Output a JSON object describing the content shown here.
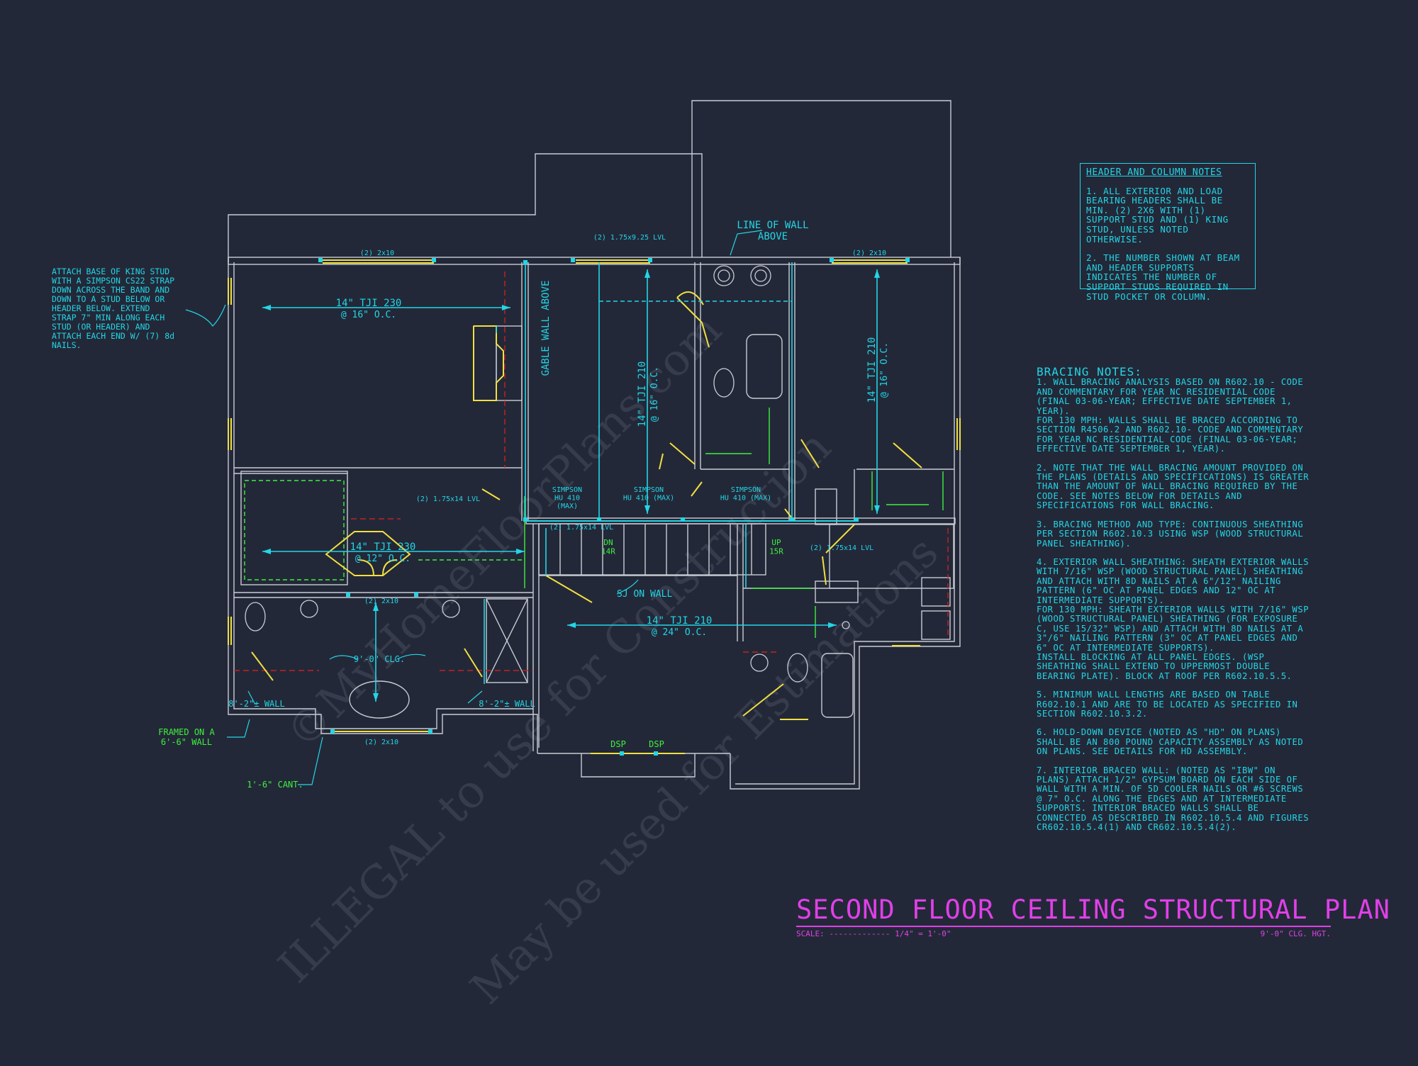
{
  "watermark": {
    "line1": "©MyHomeFloorPlans.com",
    "line2": "ILLEGAL to use for Construction",
    "line3": "May be used for Estimations"
  },
  "left_note": "ATTACH BASE OF KING STUD\nWITH A SIMPSON CS22 STRAP\nDOWN ACROSS THE BAND AND\nDOWN TO A STUD BELOW OR\nHEADER BELOW.  EXTEND\nSTRAP 7\" MIN ALONG EACH\nSTUD (OR HEADER) AND\nATTACH EACH END W/ (7) 8d\nNAILS.",
  "header_notes": {
    "title": "HEADER AND COLUMN NOTES",
    "items": [
      "1. ALL EXTERIOR AND LOAD BEARING HEADERS SHALL BE MIN. (2) 2x6 WITH (1) SUPPORT STUD AND (1) KING STUD, UNLESS NOTED OTHERWISE.",
      "2. THE NUMBER SHOWN AT BEAM AND HEADER SUPPORTS INDICATES THE NUMBER OF SUPPORT STUDS REQUIRED IN STUD POCKET OR COLUMN."
    ]
  },
  "bracing_notes": {
    "title": "BRACING NOTES:",
    "items": [
      "1. WALL BRACING ANALYSIS BASED ON R602.10 - CODE AND COMMENTARY FOR YEAR NC RESIDENTIAL CODE (FINAL 03-06-YEAR; EFFECTIVE DATE SEPTEMBER 1, YEAR).\nFOR 130 MPH: WALLS SHALL BE BRACED ACCORDING TO SECTION R4506.2 AND R602.10- CODE AND COMMENTARY FOR YEAR NC RESIDENTIAL CODE (FINAL 03-06-YEAR; EFFECTIVE DATE SEPTEMBER 1, YEAR).",
      "2. NOTE THAT THE WALL BRACING AMOUNT PROVIDED ON THE PLANS (DETAILS AND SPECIFICATIONS) IS GREATER THAN THE AMOUNT OF WALL BRACING REQUIRED BY THE CODE. SEE NOTES BELOW FOR DETAILS AND SPECIFICATIONS FOR WALL BRACING.",
      "3. BRACING METHOD AND TYPE: CONTINUOUS SHEATHING PER SECTION R602.10.3 USING WSP (WOOD STRUCTURAL PANEL SHEATHING).",
      "4. EXTERIOR WALL SHEATHING: SHEATH EXTERIOR WALLS WITH 7/16\" WSP (WOOD STRUCTURAL PANEL) SHEATHING AND ATTACH WITH 8d NAILS AT A 6\"/12\" NAILING PATTERN (6\" OC AT PANEL EDGES AND 12\" OC AT INTERMEDIATE SUPPORTS).\nFOR 130 MPH: SHEATH EXTERIOR WALLS WITH 7/16\" WSP (WOOD STRUCTURAL PANEL) SHEATHING (FOR EXPOSURE C, USE 15/32\" WSP) AND ATTACH WITH 8d NAILS AT A 3\"/6\" NAILING PATTERN (3\" OC AT PANEL EDGES AND 6\" OC AT INTERMEDIATE SUPPORTS).\nINSTALL BLOCKING AT ALL PANEL EDGES. (WSP SHEATHING SHALL EXTEND TO UPPERMOST DOUBLE BEARING PLATE). BLOCK AT ROOF PER R602.10.5.5.",
      "5. MINIMUM WALL LENGTHS ARE BASED ON TABLE R602.10.1 AND ARE TO BE LOCATED AS SPECIFIED IN SECTION R602.10.3.2.",
      "6. HOLD-DOWN DEVICE (NOTED AS \"HD\" ON PLANS) SHALL BE AN 800 POUND CAPACITY ASSEMBLY AS NOTED ON PLANS. SEE DETAILS FOR HD ASSEMBLY.",
      "7. INTERIOR BRACED WALL: (NOTED AS \"IBW\" ON PLANS) ATTACH 1/2\" GYPSUM BOARD ON EACH SIDE OF WALL WITH A MIN. OF 5d COOLER NAILS OR #6 SCREWS @ 7\" O.C. ALONG THE EDGES AND AT INTERMEDIATE SUPPORTS.  INTERIOR BRACED WALLS SHALL BE CONNECTED AS DESCRIBED IN R602.10.5.4 AND FIGURES CR602.10.5.4(1) AND CR602.10.5.4(2)."
    ]
  },
  "title_block": {
    "title": "SECOND FLOOR CEILING STRUCTURAL PLAN",
    "scale": "SCALE: ------------- 1/4\" = 1'-0\"",
    "clg_hgt": "9'-0\" CLG. HGT."
  },
  "plan_labels": {
    "joist_1": "14\" TJI 230",
    "joist_1_oc": "@ 16\" O.C.",
    "joist_2": "14\" TJI 230",
    "joist_2_oc": "@ 12\" O.C.",
    "joist_3": "14\" TJI 210",
    "joist_3_oc": "@ 16\" O.C.",
    "joist_4": "14\" TJI 210",
    "joist_4_oc": "@ 16\" O.C.",
    "joist_5": "14\" TJI 210",
    "joist_5_oc": "@ 24\" O.C.",
    "gable_wall": "GABLE WALL ABOVE",
    "line_of_wall": "LINE OF WALL\nABOVE",
    "sj_on_wall": "SJ ON WALL",
    "hdr_2x10_a": "(2) 2x10",
    "hdr_lvl_top": "(2) 1.75x9.25 LVL",
    "hdr_2x10_b": "(2) 2x10",
    "hdr_lvl_14a": "(2) 1.75x14 LVL",
    "hdr_lvl_14b": "(2) 1.75x14 LVL",
    "hdr_lvl_14c": "(2) 1.75x14 LVL",
    "hdr_2x10_c": "(2) 2x10",
    "hdr_2x10_d": "(2) 2x10",
    "simpson_1": "SIMPSON\nHU 410\n(MAX)",
    "simpson_2": "SIMPSON\nHU 410 (MAX)",
    "simpson_3": "SIMPSON\nHU 410 (MAX)",
    "clg_9": "9'-0\" CLG.",
    "wall_left": "8'-2\"± WALL",
    "wall_right": "8'-2\"± WALL",
    "framed_on": "FRAMED ON A\n6'-6\" WALL",
    "cant": "1'-6\" CANT.",
    "dn": "DN\n14R",
    "up": "UP\n15R",
    "dsp_1": "DSP",
    "dsp_2": "DSP"
  }
}
